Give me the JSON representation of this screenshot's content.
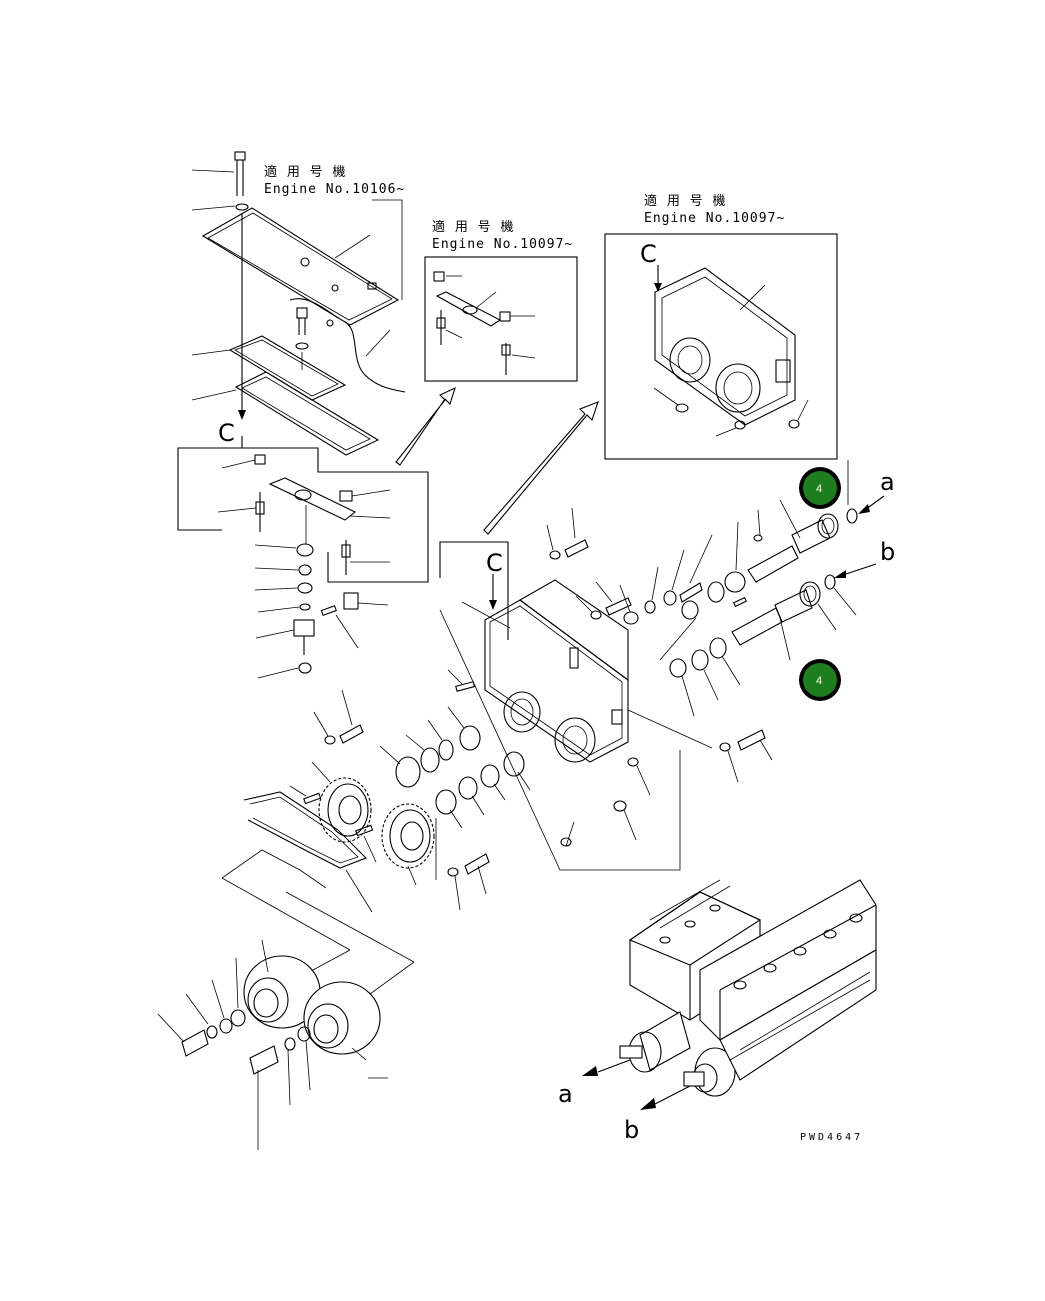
{
  "labels": {
    "applicable_jp": "適 用 号 機",
    "engine_top_left": "Engine No.10106~",
    "engine_middle": "Engine No.10097~",
    "engine_top_right": "Engine No.10097~",
    "view_c": "C",
    "arrow_a": "a",
    "arrow_b": "b",
    "drawing_id": "PWD4647"
  },
  "badges": [
    "4",
    "4"
  ],
  "colors": {
    "badge_fill": "#1e7d1e",
    "badge_ring": "#000000",
    "line": "#000000"
  }
}
